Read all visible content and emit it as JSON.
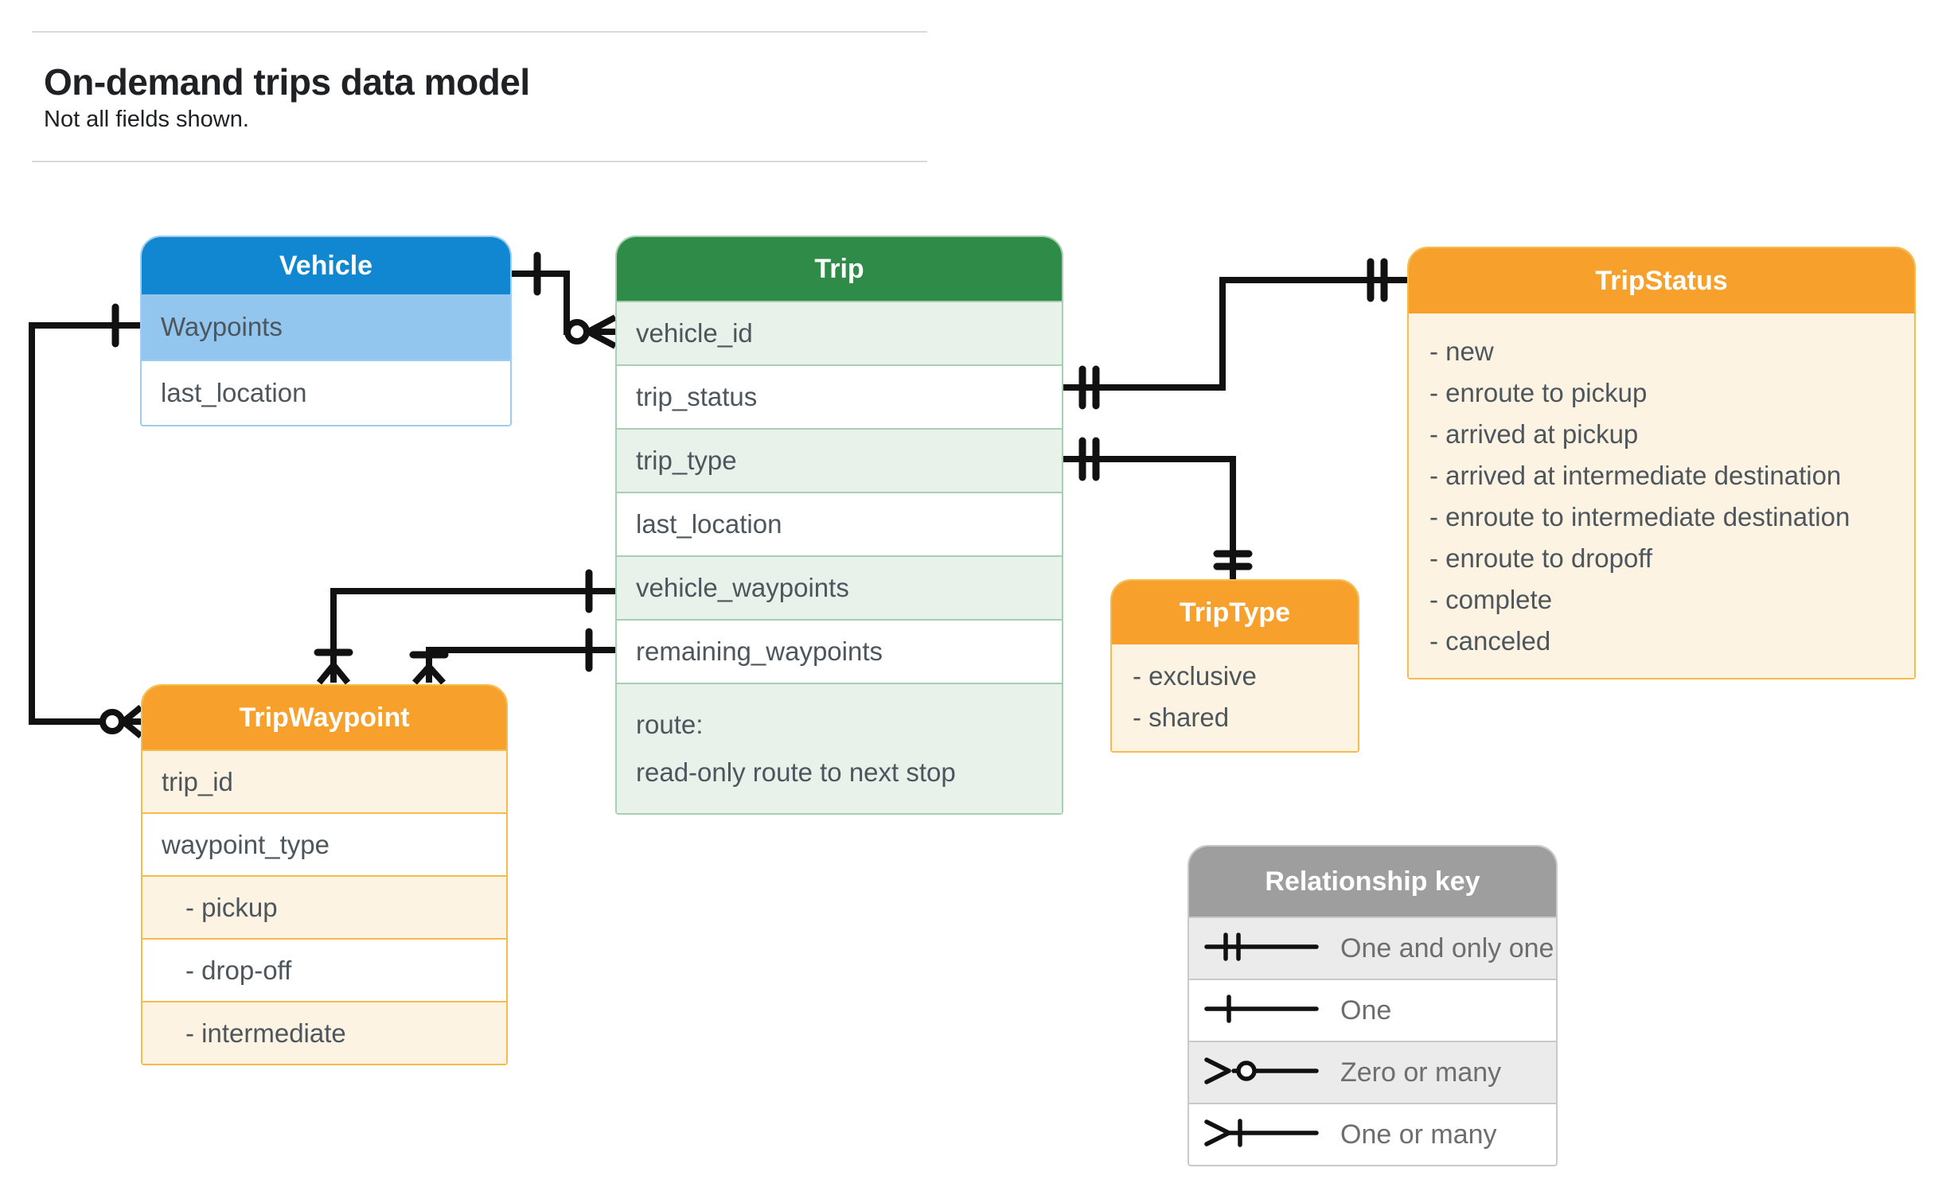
{
  "page": {
    "title": "On-demand trips data model",
    "subtitle": "Not all fields shown."
  },
  "colors": {
    "blue_header": "#1287d1",
    "blue_tint": "#92c6ef",
    "green_header": "#2e8b48",
    "green_tint": "#e8f2ea",
    "orange_header": "#f7a12c",
    "orange_tint": "#fdf3e2",
    "gray_header": "#9e9e9e",
    "gray_tint": "#ebebeb",
    "line_black": "#111111",
    "field_text": "#4d565c"
  },
  "entities": {
    "vehicle": {
      "title": "Vehicle",
      "rows": [
        {
          "label": "Waypoints",
          "tint": true
        },
        {
          "label": "last_location",
          "tint": false
        }
      ]
    },
    "trip": {
      "title": "Trip",
      "rows": [
        {
          "label": "vehicle_id",
          "tint": true
        },
        {
          "label": "trip_status",
          "tint": false
        },
        {
          "label": "trip_type",
          "tint": true
        },
        {
          "label": "last_location",
          "tint": false
        },
        {
          "label": "vehicle_waypoints",
          "tint": true
        },
        {
          "label": "remaining_waypoints",
          "tint": false
        },
        {
          "lines": [
            "route:",
            "read-only route to next stop"
          ],
          "tint": true,
          "tall": true
        }
      ]
    },
    "trip_status": {
      "title": "TripStatus",
      "items": [
        "- new",
        "- enroute to pickup",
        "- arrived at pickup",
        "- arrived at intermediate destination",
        "- enroute to intermediate destination",
        "- enroute to dropoff",
        "- complete",
        "- canceled"
      ]
    },
    "trip_type": {
      "title": "TripType",
      "items": [
        "- exclusive",
        "- shared"
      ]
    },
    "trip_waypoint": {
      "title": "TripWaypoint",
      "rows": [
        {
          "label": "trip_id",
          "tint": true
        },
        {
          "label": "waypoint_type",
          "tint": false
        },
        {
          "label": "- pickup",
          "tint": true,
          "indent": true
        },
        {
          "label": "- drop-off",
          "tint": false,
          "indent": true
        },
        {
          "label": "- intermediate",
          "tint": true,
          "indent": true
        }
      ]
    }
  },
  "legend": {
    "title": "Relationship key",
    "rows": [
      {
        "symbol": "one-and-only-one",
        "label": "One and only one"
      },
      {
        "symbol": "one",
        "label": "One"
      },
      {
        "symbol": "zero-or-many",
        "label": "Zero or many"
      },
      {
        "symbol": "one-or-many",
        "label": "One or many"
      }
    ]
  },
  "relationships": [
    {
      "from": "Vehicle",
      "to": "Trip.vehicle_id",
      "from_cardinality": "one",
      "to_cardinality": "zero-or-many"
    },
    {
      "from": "Vehicle.Waypoints",
      "to": "TripWaypoint",
      "from_cardinality": "one",
      "to_cardinality": "zero-or-many"
    },
    {
      "from": "Trip.vehicle_waypoints",
      "to": "TripWaypoint",
      "from_cardinality": "one",
      "to_cardinality": "one-or-many"
    },
    {
      "from": "Trip.remaining_waypoints",
      "to": "TripWaypoint",
      "from_cardinality": "one",
      "to_cardinality": "one-or-many"
    },
    {
      "from": "Trip.trip_status",
      "to": "TripStatus",
      "from_cardinality": "one-and-only-one",
      "to_cardinality": "one-and-only-one"
    },
    {
      "from": "Trip.trip_type",
      "to": "TripType",
      "from_cardinality": "one-and-only-one",
      "to_cardinality": "one-and-only-one"
    }
  ]
}
